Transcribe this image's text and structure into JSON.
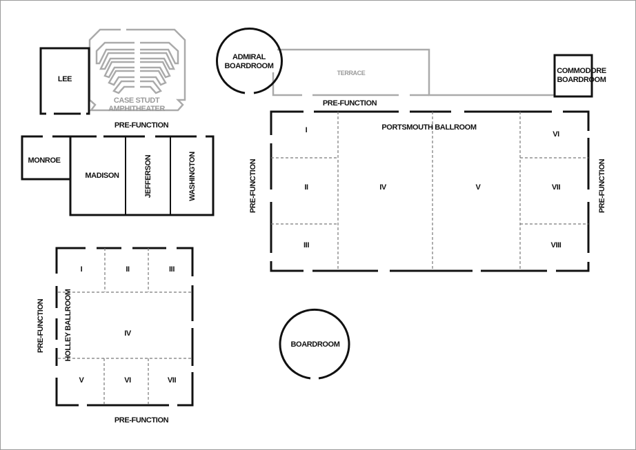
{
  "rooms": {
    "lee": "LEE",
    "amphitheater_line1": "CASE STUDT",
    "amphitheater_line2": "AMPHITHEATER",
    "monroe": "MONROE",
    "madison": "MADISON",
    "jefferson": "JEFFERSON",
    "washington": "WASHINGTON",
    "admiral_line1": "ADMIRAL",
    "admiral_line2": "BOARDROOM",
    "terrace": "TERRACE",
    "commodore_line1": "COMMODORE",
    "commodore_line2": "BOARDROOM",
    "boardroom": "BOARDROOM"
  },
  "prefunction_label": "PRE-FUNCTION",
  "portsmouth": {
    "title": "PORTSMOUTH BALLROOM",
    "sections": [
      "I",
      "II",
      "III",
      "IV",
      "V",
      "VI",
      "VII",
      "VIII"
    ]
  },
  "holley": {
    "title": "HOLLEY BALLROOM",
    "sections": [
      "I",
      "II",
      "III",
      "IV",
      "V",
      "VI",
      "VII"
    ]
  },
  "colors": {
    "wall": "#111111",
    "partition": "#777777",
    "outdoor": "#aaaaaa"
  }
}
